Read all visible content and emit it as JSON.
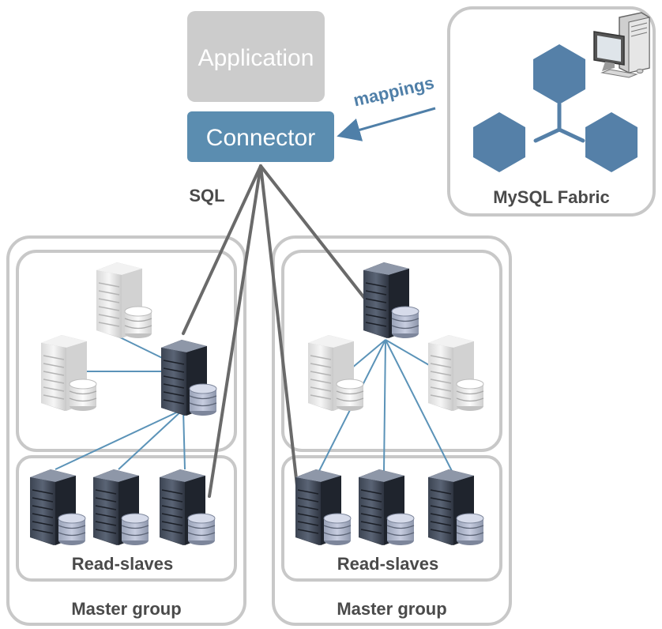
{
  "application": {
    "label": "Application"
  },
  "connector": {
    "label": "Connector"
  },
  "mappings": {
    "label": "mappings"
  },
  "sql": {
    "label": "SQL"
  },
  "fabric": {
    "label": "MySQL Fabric"
  },
  "groups": [
    {
      "title": "Master group",
      "slaves_label": "Read-slaves"
    },
    {
      "title": "Master group",
      "slaves_label": "Read-slaves"
    }
  ],
  "colors": {
    "application": "#cccccc",
    "connector": "#5b8db0",
    "mappings": "#4f7fa8",
    "hexagon": "#5580a8",
    "group_border": "#c8c8c8",
    "sql_line": "#6a6a6a",
    "replication_line": "#5b93b8",
    "label_text": "#4a4a4a"
  }
}
